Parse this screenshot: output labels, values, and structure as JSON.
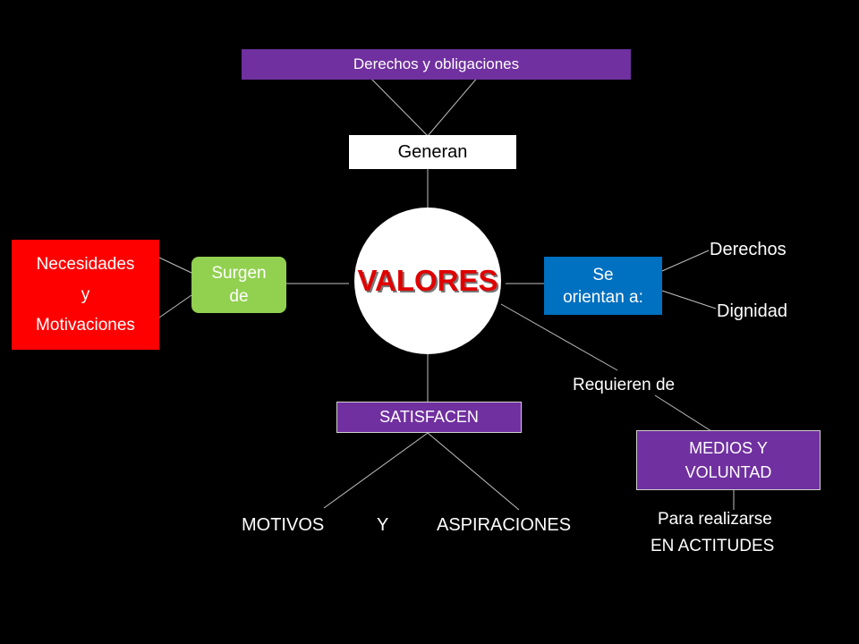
{
  "top_box": "Derechos y obligaciones",
  "generan": "Generan",
  "center": "VALORES",
  "left": {
    "needs_line1": "Necesidades",
    "needs_line2": "y",
    "needs_line3": "Motivaciones",
    "surgen_line1": "Surgen",
    "surgen_line2": "de"
  },
  "right": {
    "orientan_line1": "Se",
    "orientan_line2": "orientan a:",
    "derechos": "Derechos",
    "dignidad": "Dignidad",
    "requieren": "Requieren de",
    "medios_line1": "MEDIOS Y",
    "medios_line2": "VOLUNTAD",
    "realizarse_line1": "Para realizarse",
    "realizarse_line2": "EN ACTITUDES"
  },
  "bottom": {
    "satisfacen": "SATISFACEN",
    "motivos": "MOTIVOS",
    "y": "Y",
    "aspiraciones": "ASPIRACIONES"
  },
  "colors": {
    "purple": "#7030a0",
    "red": "#ff0000",
    "green": "#92d050",
    "blue": "#0070c0",
    "background": "#000000"
  }
}
